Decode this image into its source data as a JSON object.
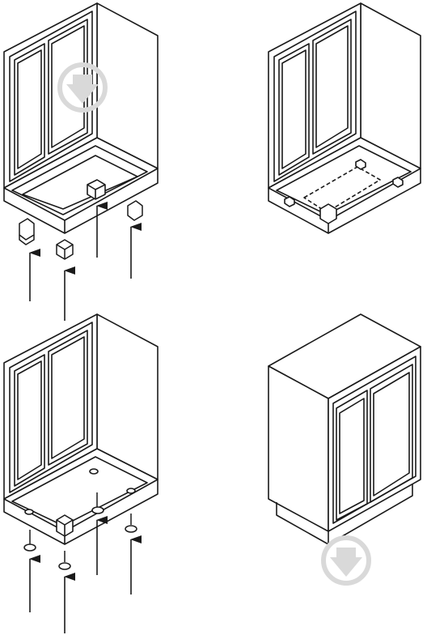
{
  "figure": {
    "panels": [
      {
        "id": "panel-1",
        "content": "cabinet-base-bracket-and-spacer-insertion",
        "arrows": 4
      },
      {
        "id": "panel-2",
        "content": "cabinet-base-brackets-installed",
        "arrows": 0
      },
      {
        "id": "panel-3",
        "content": "cabinet-leveling-foot-insertion",
        "arrows": 4
      },
      {
        "id": "panel-4",
        "content": "cabinet-assembled-upright",
        "arrows": 0
      }
    ],
    "watermark_icon": "download-arrow-circle-icon",
    "colors": {
      "line": "#1a1a1a",
      "paper": "#ffffff",
      "watermark": "#d9d9d9"
    }
  }
}
